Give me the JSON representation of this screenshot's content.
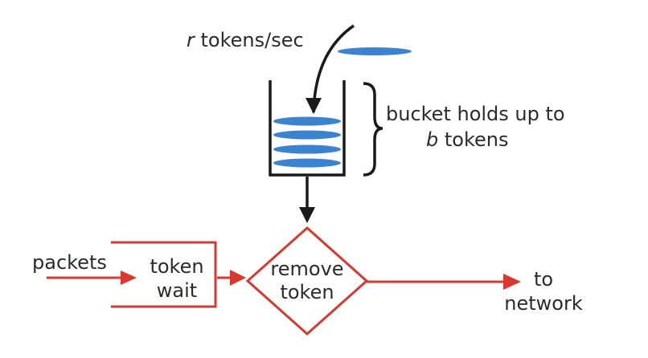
{
  "diagram": {
    "rate_label": {
      "var": "r",
      "text": " tokens/sec"
    },
    "bucket_label": {
      "line1": "bucket holds up to",
      "var": "b",
      "line2_rest": " tokens"
    },
    "packets_label": "packets",
    "token_wait": {
      "line1": "token",
      "line2": "wait"
    },
    "remove_token": {
      "line1": "remove",
      "line2": "token"
    },
    "to_network": {
      "line1": "to",
      "line2": "network"
    },
    "colors": {
      "token_blue": "#3b82d1",
      "flow_red": "#d9382e",
      "ink": "#1a1a1a",
      "text": "#2b2b2b"
    }
  }
}
